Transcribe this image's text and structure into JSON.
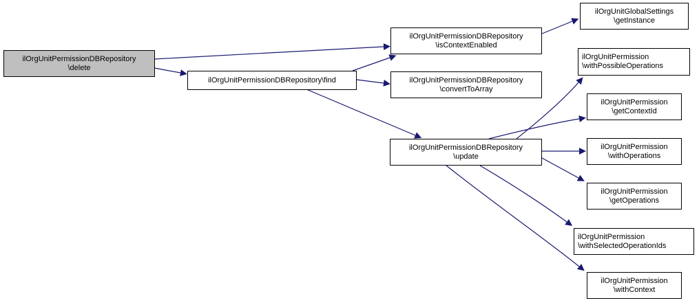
{
  "diagram": {
    "type": "doxygen-call-graph",
    "colors": {
      "background": "#ffffff",
      "edge": "#191970",
      "node-border": "#000000",
      "node-fill": "#ffffff",
      "highlight-fill": "#bfbfbf",
      "text": "#000000"
    },
    "nodes": {
      "delete": {
        "line1": "ilOrgUnitPermissionDBRepository",
        "line2": "\\delete",
        "highlighted": true
      },
      "find": {
        "line1": "ilOrgUnitPermissionDBRepository\\find"
      },
      "isContextEnabled": {
        "line1": "ilOrgUnitPermissionDBRepository",
        "line2": "\\isContextEnabled"
      },
      "convertToArray": {
        "line1": "ilOrgUnitPermissionDBRepository",
        "line2": "\\convertToArray"
      },
      "update": {
        "line1": "ilOrgUnitPermissionDBRepository",
        "line2": "\\update"
      },
      "getInstance": {
        "line1": "ilOrgUnitGlobalSettings",
        "line2": "\\getInstance"
      },
      "withPossibleOperations": {
        "line1": "ilOrgUnitPermission",
        "line2": "\\withPossibleOperations"
      },
      "getContextId": {
        "line1": "ilOrgUnitPermission",
        "line2": "\\getContextId"
      },
      "withOperations": {
        "line1": "ilOrgUnitPermission",
        "line2": "\\withOperations"
      },
      "getOperations": {
        "line1": "ilOrgUnitPermission",
        "line2": "\\getOperations"
      },
      "withSelectedOperationIds": {
        "line1": "ilOrgUnitPermission",
        "line2": "\\withSelectedOperationIds"
      },
      "withContext": {
        "line1": "ilOrgUnitPermission",
        "line2": "\\withContext"
      }
    },
    "edges": [
      {
        "from": "delete",
        "to": "isContextEnabled"
      },
      {
        "from": "delete",
        "to": "find"
      },
      {
        "from": "find",
        "to": "isContextEnabled"
      },
      {
        "from": "find",
        "to": "convertToArray"
      },
      {
        "from": "find",
        "to": "update"
      },
      {
        "from": "isContextEnabled",
        "to": "getInstance"
      },
      {
        "from": "update",
        "to": "withPossibleOperations"
      },
      {
        "from": "update",
        "to": "getContextId"
      },
      {
        "from": "update",
        "to": "withOperations"
      },
      {
        "from": "update",
        "to": "getOperations"
      },
      {
        "from": "update",
        "to": "withSelectedOperationIds"
      },
      {
        "from": "update",
        "to": "withContext"
      }
    ]
  }
}
